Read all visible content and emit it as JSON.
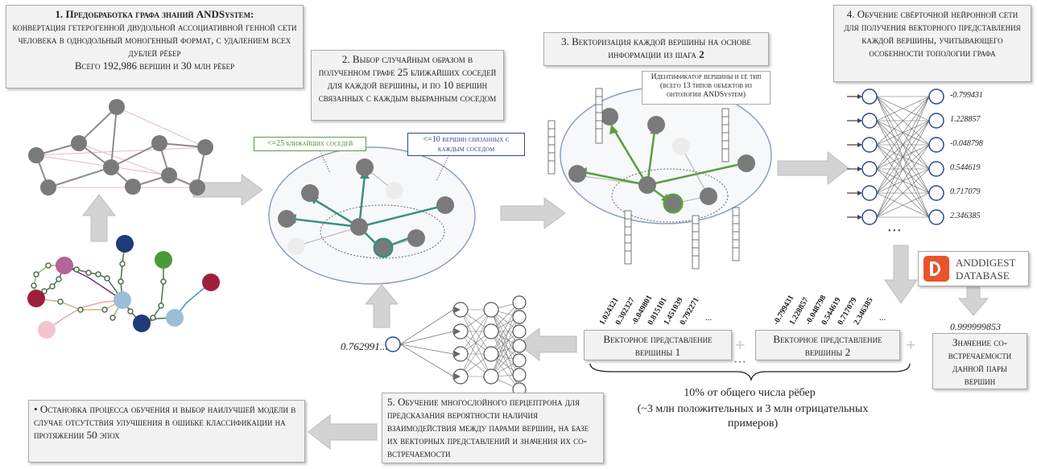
{
  "step1": {
    "number": "1.",
    "title": "Предобработка графа знаний ANDSystem:",
    "body": "конвертация гетерогенной двудольной ассоциативной генной сети человека в однодольный моногенный формат, с удалением всех дублей рёбер",
    "stats": "Всего 192,986 вершин и 30 млн рёбер"
  },
  "step2": {
    "number": "2.",
    "text": "Выбор случайным образом в полученном графе 25 ближайших соседей для каждой вершины, и по 10 вершин связанных с каждым выбранным соседом",
    "label_neighbors": "<=25 ближайших соседей",
    "label_connected": "<=10 вершин связанных с каждым соседом"
  },
  "step3": {
    "number": "3.",
    "text": "Векторизация каждой вершины на основе информации из шага",
    "step_ref": "2",
    "id_label": "Идентификатор вершины и её тип",
    "id_sublabel": "(всего 13 типов объектов из онтологии ANDSystem)"
  },
  "step4": {
    "number": "4.",
    "text": "Обучение свёрточной нейронной сети для получения векторного представления каждой вершины, учитывающего особенности топологии графа",
    "outputs": [
      "-0.799431",
      "1.228857",
      "-0.048798",
      "0.544619",
      "0.717079",
      "2.346385"
    ],
    "ellipsis": "• • •"
  },
  "database": {
    "line1": "ANDDIGEST",
    "line2": "DATABASE"
  },
  "vector1": {
    "label": "Векторное представление вершины 1",
    "values": [
      "1.024321",
      "0.302327",
      "-0.049801",
      "0.815101",
      "1.451039",
      "0.792271"
    ],
    "ellipsis": "..."
  },
  "vector2": {
    "label": "Векторное представление вершины 2",
    "values": [
      "-0.799431",
      "1.228857",
      "-0.048798",
      "0.544619",
      "0.717079",
      "2.346385"
    ],
    "ellipsis": "..."
  },
  "cooccurrence": {
    "value": "0.999999853",
    "label": "Значение со-встречаемости данной пары вершин"
  },
  "sample": {
    "line1": "10% от общего числа рёбер",
    "line2": "(~3 млн положительных и 3 млн отрицательных примеров)"
  },
  "step5": {
    "number": "5.",
    "text": "Обучение многослойного перцептрона для предсказания вероятности наличия взаимодействия между парами вершин, на базе их векторных представлений и значения их со-встречаемости",
    "output_value": "0.762991..."
  },
  "stop": {
    "bullet": "•",
    "text": "Остановка процесса обучения и выбор наилучшей модели в случае отсутствия улучшения в ошибке классификации на протяжении 50 эпох"
  },
  "plus": "+",
  "dots": "• • •",
  "colors": {
    "node_gray": "#7a7a7a",
    "green": "#5a9e3e",
    "teal": "#3a8f80",
    "arrow_gray": "#d0d0d0",
    "db_orange": "#e8532a"
  }
}
